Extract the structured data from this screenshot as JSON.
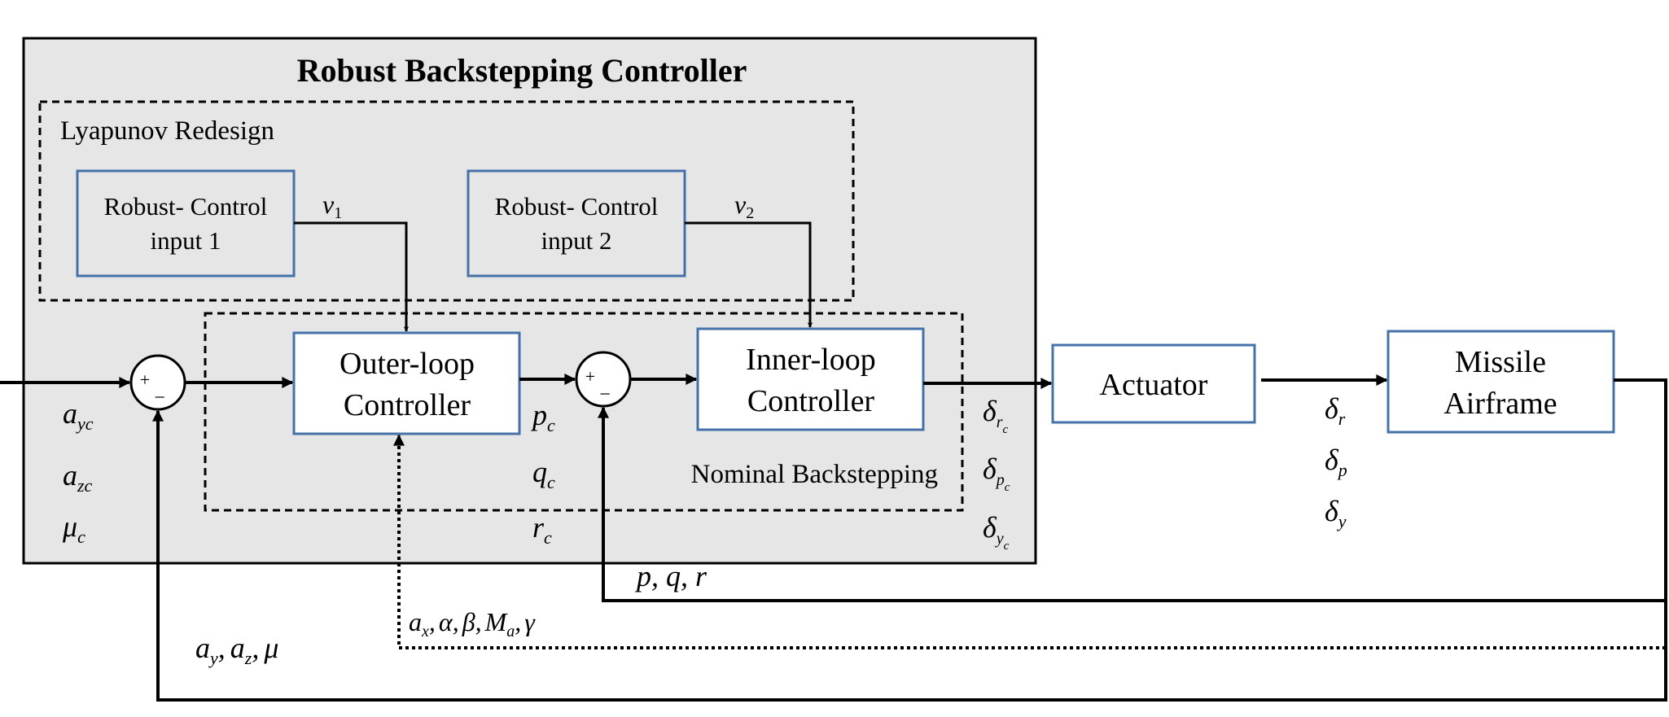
{
  "title": "Robust Backstepping Controller",
  "lyapunov_label": "Lyapunov Redesign",
  "nominal_label": "Nominal Backstepping",
  "blocks": {
    "robust1": [
      "Robust- Control",
      "input 1"
    ],
    "robust2": [
      "Robust- Control",
      "input 2"
    ],
    "outer": [
      "Outer-loop",
      "Controller"
    ],
    "inner": [
      "Inner-loop",
      "Controller"
    ],
    "actuator": "Actuator",
    "airframe": [
      "Missile",
      "Airframe"
    ]
  },
  "sum_signs": {
    "plus": "+",
    "minus": "−"
  },
  "signals": {
    "v1": {
      "base": "v",
      "sub": "1"
    },
    "v2": {
      "base": "v",
      "sub": "2"
    },
    "commands": [
      {
        "base": "a",
        "sub": "yc"
      },
      {
        "base": "a",
        "sub": "zc"
      },
      {
        "base": "μ",
        "sub": "c"
      }
    ],
    "rate_commands": [
      {
        "base": "p",
        "sub": "c"
      },
      {
        "base": "q",
        "sub": "c"
      },
      {
        "base": "r",
        "sub": "c"
      }
    ],
    "deflection_commands": [
      {
        "base": "δ",
        "sub": "r",
        "subsub": "c"
      },
      {
        "base": "δ",
        "sub": "p",
        "subsub": "c"
      },
      {
        "base": "δ",
        "sub": "y",
        "subsub": "c"
      }
    ],
    "deflections": [
      {
        "base": "δ",
        "sub": "r"
      },
      {
        "base": "δ",
        "sub": "p"
      },
      {
        "base": "δ",
        "sub": "y"
      }
    ],
    "pqr": "p, q, r",
    "states": [
      {
        "base": "a",
        "sub": "x"
      },
      {
        "base": "α"
      },
      {
        "base": "β"
      },
      {
        "base": "M",
        "sub": "a"
      },
      {
        "base": "γ"
      }
    ],
    "accels": [
      {
        "base": "a",
        "sub": "y"
      },
      {
        "base": "a",
        "sub": "z"
      },
      {
        "base": "μ"
      }
    ]
  }
}
